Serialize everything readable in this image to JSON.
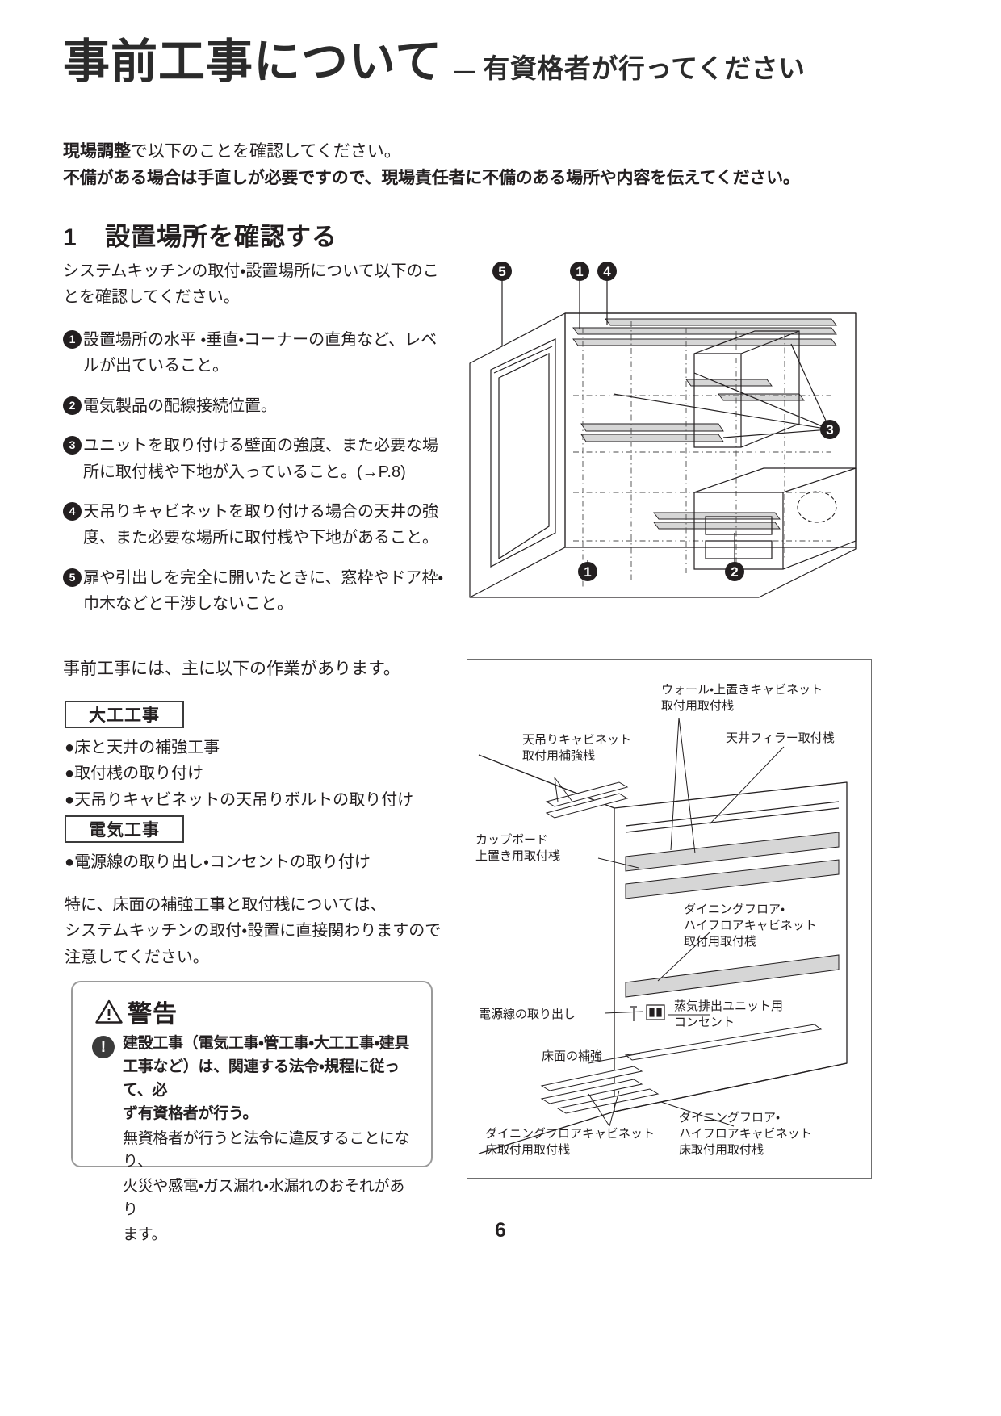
{
  "header": {
    "title_main": "事前工事について",
    "title_dash": "—",
    "title_sub": "有資格者が行ってください"
  },
  "intro": {
    "line1_strong": "現場調整",
    "line1_rest": "で以下のことを確認してください。",
    "line2": "不備がある場合は手直しが必要ですので、現場責任者に不備のある場所や内容を伝えてください。"
  },
  "section1": {
    "number": "1",
    "title": "設置場所を確認する",
    "lead": "システムキッチンの取付・設置場所について以下のことを確認してください。",
    "items": [
      {
        "marker": "❶",
        "text": "設置場所の水平 ・垂直・コーナーの直角など、レベルが出ていること。"
      },
      {
        "marker": "❷",
        "text": "電気製品の配線接続位置。"
      },
      {
        "marker": "❸",
        "text": "ユニットを取り付ける壁面の強度、また必要な場所に取付桟や下地が入っていること。(→P.8)"
      },
      {
        "marker": "❹",
        "text": "天吊りキャビネットを取り付ける場合の天井の強度、また必要な場所に取付桟や下地があること。"
      },
      {
        "marker": "❺",
        "text": "扉や引出しを完全に開いたときに、窓枠やドア枠・巾木などと干渉しないこと。"
      }
    ]
  },
  "room_diagram": {
    "callouts": [
      "5",
      "1",
      "4",
      "3",
      "1",
      "2"
    ]
  },
  "works": {
    "lead": "事前工事には、主に以下の作業があります。",
    "carpentry": {
      "label": "大工工事",
      "bullets": [
        "●床と天井の補強工事",
        "●取付桟の取り付け",
        "●天吊りキャビネットの天吊りボルトの取り付け"
      ]
    },
    "electrical": {
      "label": "電気工事",
      "bullets": [
        "●電源線の取り出し・コンセントの取り付け"
      ]
    },
    "note": [
      "特に、床面の補強工事と取付桟については、",
      "システムキッチンの取付・設置に直接関わりますので",
      "注意してください。"
    ]
  },
  "warning": {
    "heading": "警告",
    "strong_lines": [
      "建設工事（電気工事・管工事・大工工事・建具",
      "工事など）は、関連する法令・規程に従って、必",
      "ず有資格者が行う。"
    ],
    "normal_lines": [
      "無資格者が行うと法令に違反することになり、",
      "火災や感電・ガス漏れ・水漏れのおそれがあり",
      "ます。"
    ]
  },
  "wall_diagram": {
    "labels": {
      "wall_upper": [
        "ウォール・上置きキャビネット",
        "取付用取付桟"
      ],
      "ceiling_filler": [
        "天井フィラー取付桟"
      ],
      "hanging_cab": [
        "天吊りキャビネット",
        "取付用補強桟"
      ],
      "cupboard": [
        "カップボード",
        "上置き用取付桟"
      ],
      "dining_floor_high": [
        "ダイニングフロア・",
        "ハイフロアキャビネット",
        "取付用取付桟"
      ],
      "power_line": [
        "電源線の取り出し"
      ],
      "steam_outlet": [
        "蒸気排出ユニット用",
        "コンセント"
      ],
      "floor_reinforce": [
        "床面の補強"
      ],
      "dining_floor_cab": [
        "ダイニングフロアキャビネット",
        "床取付用取付桟"
      ],
      "dining_floor_high_floor": [
        "ダイニングフロア・",
        "ハイフロアキャビネット",
        "床取付用取付桟"
      ]
    }
  },
  "footer": {
    "page_number": "6"
  },
  "colors": {
    "text": "#231f20",
    "rule": "#6f6f6f",
    "warn_border": "#9a9a9a",
    "batten_fill": "#d4d4d4"
  }
}
